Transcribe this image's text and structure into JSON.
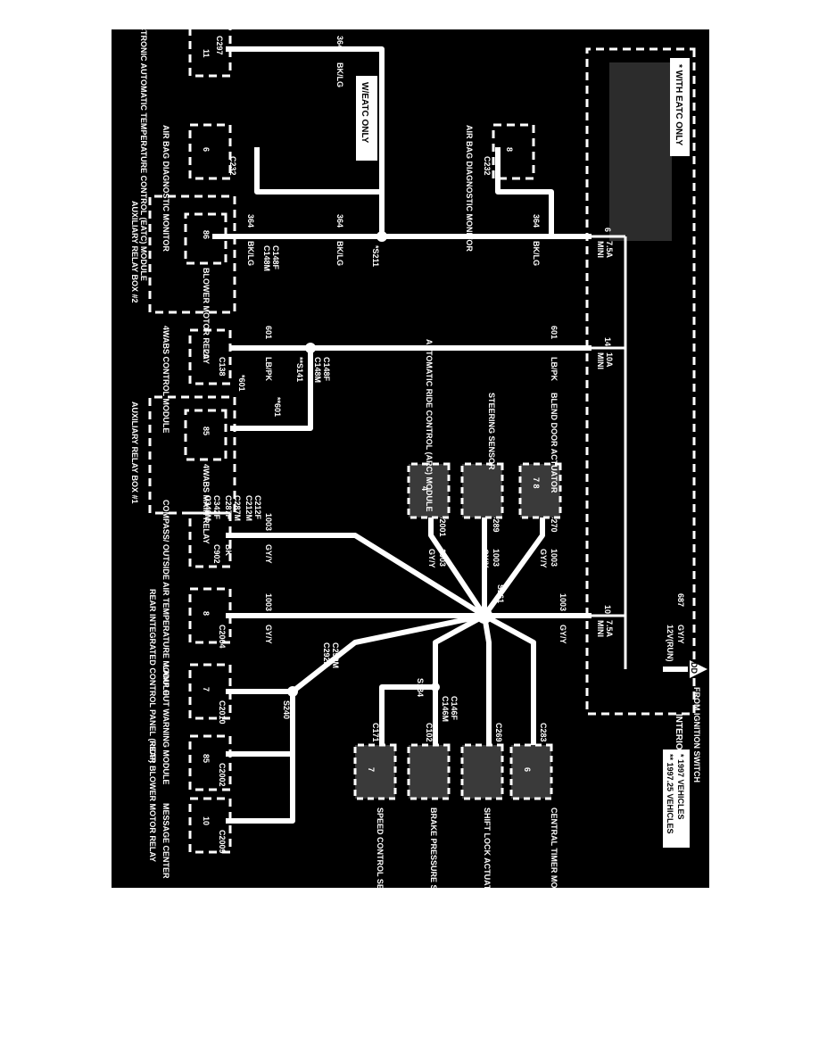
{
  "diagram": {
    "components": {
      "eatc_module": "ELECTRONIC AUTOMATIC TEMPERATURE CONTROL (EATC) MODULE",
      "airbag_monitor_left": "AIR BAG DIAGNOSTIC MONITOR",
      "airbag_monitor_right": "AIR BAG DIAGNOSTIC MONITOR",
      "blower_relay": "BLOWER MOTOR RELAY",
      "aux_relay_box2": "AUXILIARY RELAY BOX #2",
      "abs_control_module": "4WABS CONTROL MODULE",
      "abs_main_relay": "4WABS MAIN RELAY",
      "aux_relay_box1": "AUXILIARY RELAY BOX #1",
      "blend_door": "BLEND DOOR ACTUATOR",
      "steering_sensor": "STEERING SENSOR",
      "arc_module": "AUTOMATIC RIDE CONTROL (ARC) MODULE",
      "compass_module": "COMPASS/ OUTSIDE AIR TEMPERATURE MODULE",
      "ricp": "REAR INTEGRATED CONTROL PANEL (RICP)",
      "lamp_out": "LAMP OUT WARNING MODULE",
      "rear_blower": "REAR BLOWER MOTOR RELAY",
      "message_center": "MESSAGE CENTER",
      "gem": "CENTRAL TIMER MODULE (CTM) /GENERIC ELECTRONIC MODULE (GEM)",
      "shift_lock": "SHIFT LOCK ACTUATOR",
      "brake_switch": "BRAKE PRESSURE SWITCH",
      "speed_control": "SPEED CONTROL SERVO/ AMPLIFIER ASSEMBLY",
      "fuse_panel": "INTERIOR FUSE PANEL",
      "ignition": "FROM IGNITION SWITCH"
    },
    "notes": {
      "eatc_only": "* WITH EATC ONLY",
      "weatc_only": "W/EATC ONLY",
      "legend_1": "* 1997 VEHICLES",
      "legend_2": "** 1997.25 VEHICLES",
      "dd": "DD"
    },
    "connectors": {
      "c297": "C297",
      "c232a": "C232",
      "c232b": "C232",
      "c148f_a": "C148F",
      "c148m_a": "C148M",
      "c148f_b": "C148F",
      "c148m_b": "C148M",
      "c138": "C138",
      "s141": "**S141",
      "s211": "*S211",
      "c212f": "C212F",
      "c212m": "C212M",
      "c287m": "C287M",
      "c287f": "C287F",
      "c342f": "C342F",
      "c342m": "C342M",
      "c270": "C270",
      "c289": "C289",
      "c2001": "C2001",
      "s261": "S261",
      "c902": "C902",
      "c2004": "C2004",
      "c292m": "C292M",
      "c292f": "C292F",
      "c2010": "C2010",
      "s240": "S240",
      "c2002": "C2002",
      "c2009": "C2009",
      "c283": "C283",
      "c269": "C269",
      "s134": "S134",
      "c146f": "C146F",
      "c146m": "C146M",
      "c102": "C102",
      "c171": "C171"
    },
    "circuits": {
      "c364": "364",
      "bklg": "BK/LG",
      "c601": "601",
      "lbpk": "LB/PK",
      "c1003": "1003",
      "gyy": "GY/Y",
      "bk": "BK",
      "c687": "687",
      "gyy_top": "GY/Y",
      "run": "12V(RUN)",
      "s601": "*601",
      "ss601": "**601"
    },
    "fuses": {
      "f6_num": "6",
      "f6_rating": "7.5A",
      "f6_type": "MINI",
      "f14_num": "14",
      "f14_rating": "10A",
      "f14_type": "MINI",
      "f10_num": "10",
      "f10_rating": "7.5A",
      "f10_type": "MINI"
    },
    "pins": {
      "eatc": "11",
      "airbag_l": "6",
      "airbag_r": "8",
      "blower": "86",
      "abs_ctrl": "20",
      "abs_relay": "85",
      "blend": "7 8",
      "arc": "4",
      "ricp": "8",
      "lamp": "7",
      "rear_blower": "85",
      "msg": "10",
      "gem": "6",
      "speed": "7"
    }
  }
}
